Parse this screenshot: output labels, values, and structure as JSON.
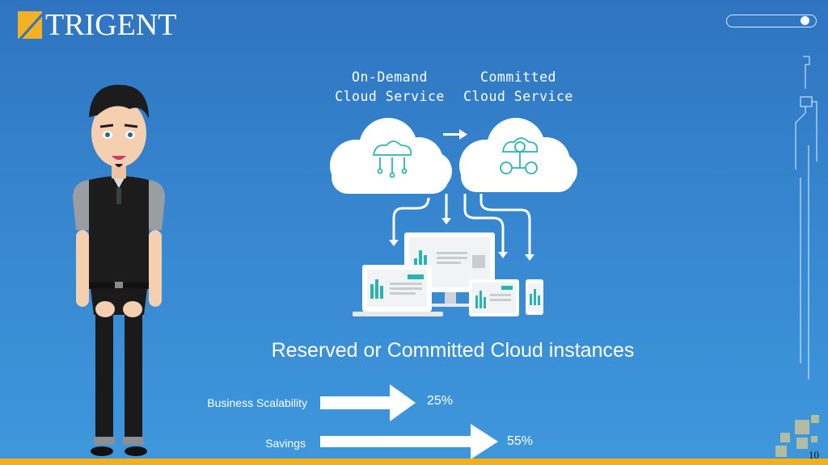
{
  "brand": {
    "logo_text": "TRIGENT"
  },
  "diagram": {
    "on_demand_label_line1": "On-Demand",
    "on_demand_label_line2": "Cloud Service",
    "committed_label_line1": "Committed",
    "committed_label_line2": "Cloud Service"
  },
  "headline": "Reserved or Committed Cloud instances",
  "metrics": [
    {
      "label": "Business Scalability",
      "value": "25%"
    },
    {
      "label": "Savings",
      "value": "55%"
    }
  ],
  "page_number": "10",
  "colors": {
    "background": "#3686cf",
    "accent_bar": "#f2b01e",
    "logo_mark": "#f4b223",
    "icon_teal": "#2bb3b1"
  }
}
